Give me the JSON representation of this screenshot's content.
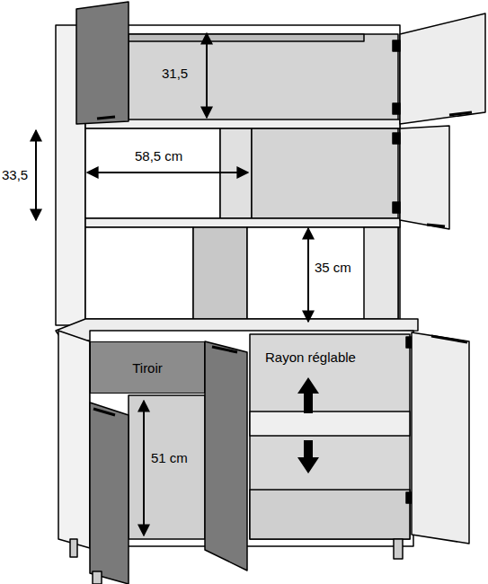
{
  "diagram": {
    "nodes": [
      {
        "text": [
          "Tiroir"
        ]
      }
    ],
    "labels": [
      "31,5",
      "58,5 cm",
      "33,5",
      "35 cm",
      "Rayon réglable",
      "51 cm"
    ]
  }
}
